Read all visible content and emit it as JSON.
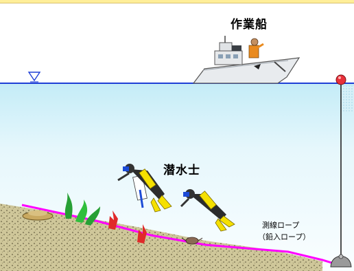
{
  "labels": {
    "ship": "作業船",
    "diver": "潜水士",
    "rope_line1": "測線ロープ",
    "rope_line2": "（鉛入ロープ）"
  },
  "icons": [
    "water-level-triangle-icon",
    "buoy-icon",
    "anchor-weight-icon"
  ],
  "colors": {
    "top_band": "#ffee99",
    "water_light": "#e8f8fd",
    "water_mid": "#c4ecf7",
    "waterline": "#1f3fd6",
    "rope": "#ff00ff",
    "seabed": "#c8c08c",
    "buoy": "#e8303a"
  }
}
